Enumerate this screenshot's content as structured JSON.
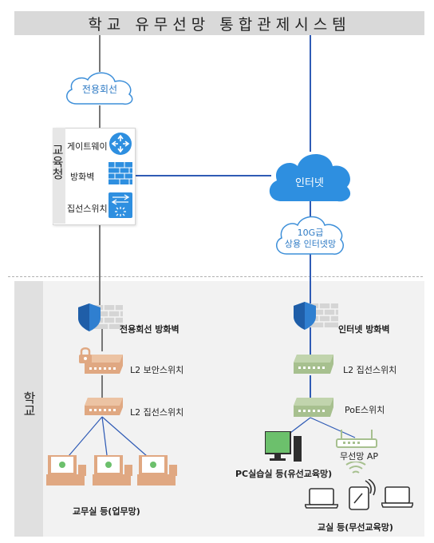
{
  "title": "학교 유무선망 통합관제시스템",
  "clouds": {
    "leased_line": "전용회선",
    "internet": "인터넷",
    "commercial_line_1": "10G급",
    "commercial_line_2": "상용 인터넷망"
  },
  "office": {
    "label": "교육청",
    "gateway": "게이트웨이",
    "firewall": "방화벽",
    "core_switch": "집선스위치"
  },
  "school": {
    "label": "학교",
    "leased_firewall": "전용회선 방화벽",
    "internet_firewall": "인터넷 방화벽",
    "l2_security_switch": "L2 보안스위치",
    "l2_aggregation_left": "L2 집선스위치",
    "l2_aggregation_right": "L2 집선스위치",
    "poe_switch": "PoE스위치",
    "wireless_ap": "무선망 AP",
    "staff_room": "교무실 등(업무망)",
    "pc_lab": "PC실습실 등(유선교육망)",
    "classroom": "교실 등(무선교육망)"
  },
  "colors": {
    "title_bar": "#d9d9d9",
    "line_gray": "#777777",
    "line_blue": "#2f5bb5",
    "cloud_fill": "#2e8fe0",
    "switch_orange": "#e0a882",
    "switch_green": "#a7c08f",
    "monitor_green": "#6cc06c"
  },
  "icons": [
    "cloud-icon",
    "gateway-icon",
    "firewall-icon",
    "switch-icon",
    "lock-icon",
    "shield-icon",
    "monitor-icon",
    "wifi-icon",
    "tablet-icon",
    "laptop-icon",
    "access-point-icon"
  ]
}
